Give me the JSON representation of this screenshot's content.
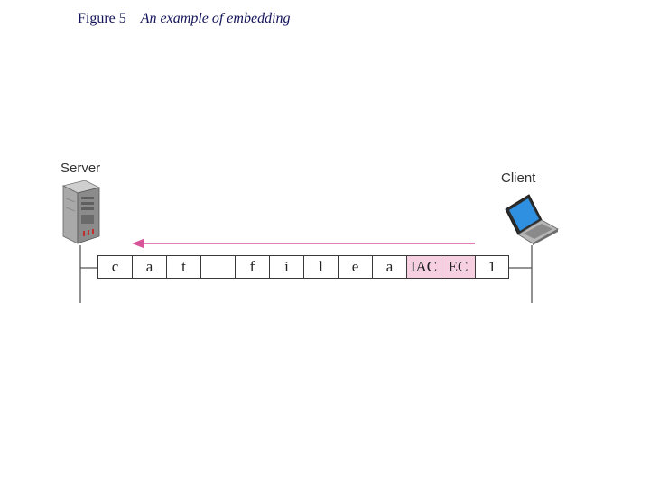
{
  "figure": {
    "number": "Figure 5",
    "title": "An example of embedding"
  },
  "nodes": {
    "server": {
      "label": "Server",
      "icon": "server-icon"
    },
    "client": {
      "label": "Client",
      "icon": "laptop-icon"
    }
  },
  "stream": {
    "direction": "client-to-server",
    "arrow_color": "#d9559b",
    "control_cell_color": "#f6cfe0",
    "cells": [
      {
        "text": "c",
        "control": false
      },
      {
        "text": "a",
        "control": false
      },
      {
        "text": "t",
        "control": false
      },
      {
        "text": "",
        "control": false
      },
      {
        "text": "f",
        "control": false
      },
      {
        "text": "i",
        "control": false
      },
      {
        "text": "l",
        "control": false
      },
      {
        "text": "e",
        "control": false
      },
      {
        "text": "a",
        "control": false
      },
      {
        "text": "IAC",
        "control": true
      },
      {
        "text": "EC",
        "control": true
      },
      {
        "text": "1",
        "control": false
      }
    ]
  }
}
